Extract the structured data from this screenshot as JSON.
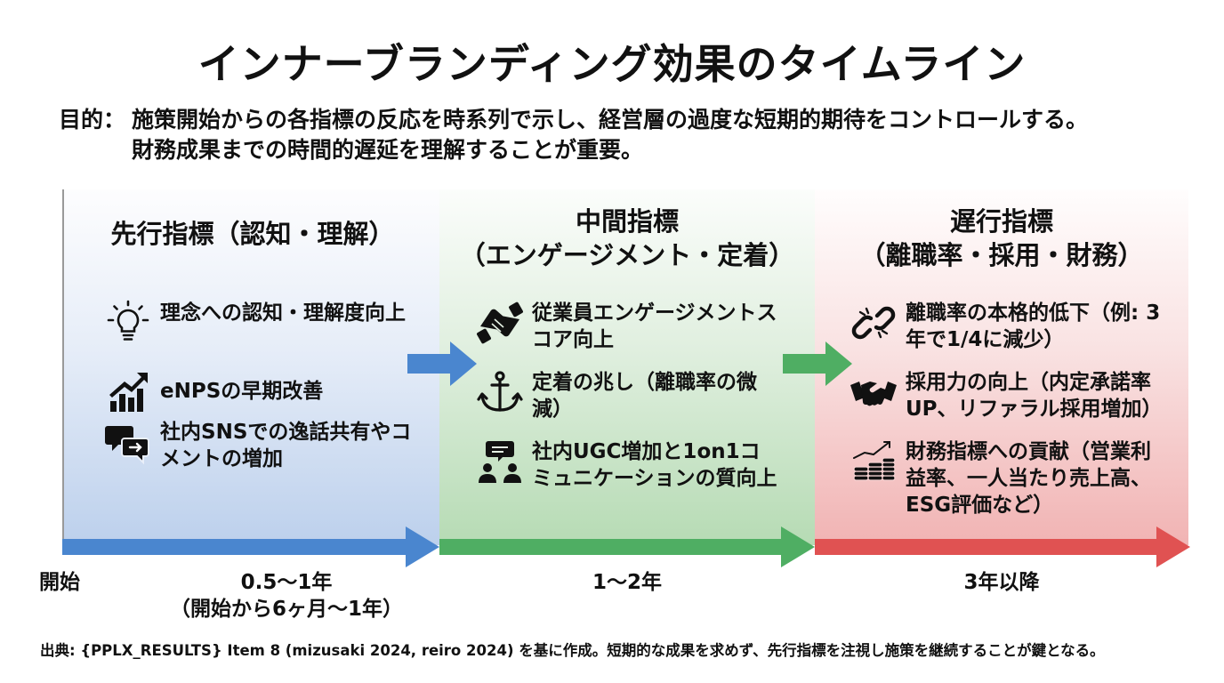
{
  "title": "インナーブランディング効果のタイムライン",
  "purpose": {
    "label": "目的：",
    "line1": "施策開始からの各指標の反応を時系列で示し、経営層の過度な短期的期待をコントロールする。",
    "line2": "財務成果までの時間的遅延を理解することが重要。"
  },
  "phases": [
    {
      "heading": "先行指標（認知・理解）",
      "color": "#4a86cf",
      "items": [
        {
          "icon": "lightbulb-icon",
          "text": "理念への認知・理解度向上"
        },
        {
          "icon": "growth-chart-icon",
          "text": "eNPSの早期改善"
        },
        {
          "icon": "chat-bubbles-icon",
          "text": "社内SNSでの逸話共有やコメントの増加"
        }
      ]
    },
    {
      "heading_line1": "中間指標",
      "heading_line2": "（エンゲージメント・定着）",
      "color": "#4fae63",
      "items": [
        {
          "icon": "handshake-grip-icon",
          "text": "従業員エンゲージメントスコア向上"
        },
        {
          "icon": "anchor-icon",
          "text": "定着の兆し（離職率の微減）"
        },
        {
          "icon": "people-chat-icon",
          "text": "社内UGC増加と1on1コミュニケーションの質向上"
        }
      ]
    },
    {
      "heading_line1": "遅行指標",
      "heading_line2": "（離職率・採用・財務）",
      "color": "#e05252",
      "items": [
        {
          "icon": "broken-link-icon",
          "text": "離職率の本格的低下（例: 3年で1/4に減少）"
        },
        {
          "icon": "handshake-icon",
          "text": "採用力の向上（内定承諾率UP、リファラル採用増加）"
        },
        {
          "icon": "coins-growth-icon",
          "text": "財務指標への貢献（営業利益率、一人当たり売上高、ESG評価など）"
        }
      ]
    }
  ],
  "timeline": {
    "start": "開始",
    "t1_line1": "0.5〜1年",
    "t1_line2": "（開始から6ヶ月〜1年）",
    "t2": "1〜2年",
    "t3": "3年以降"
  },
  "source": "出典: {PPLX_RESULTS} Item 8 (mizusaki 2024, reiro 2024) を基に作成。短期的な成果を求めず、先行指標を注視し施策を継続することが鍵となる。"
}
